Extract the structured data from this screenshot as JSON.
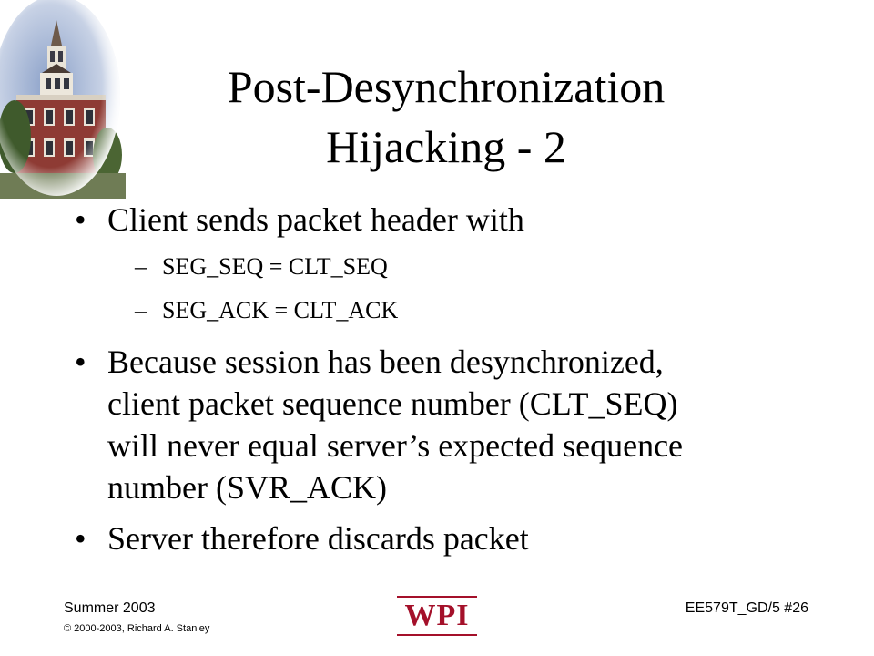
{
  "slide": {
    "title_line1": "Post-Desynchronization",
    "title_line2": "Hijacking - 2",
    "bullets": [
      {
        "text": "Client sends packet header with",
        "subitems": [
          "SEG_SEQ = CLT_SEQ",
          "SEG_ACK = CLT_ACK"
        ]
      },
      {
        "lines": [
          "Because session has been desynchronized,",
          "client packet sequence number (CLT_SEQ)",
          "will never equal server’s expected sequence",
          "number (SVR_ACK)"
        ]
      },
      {
        "text": "Server therefore discards packet"
      }
    ]
  },
  "footer": {
    "term": "Summer 2003",
    "copyright": "© 2000-2003, Richard A. Stanley",
    "slide_id": "EE579T_GD/5  #26",
    "logo_text": "WPI"
  },
  "colors": {
    "logo_red": "#a4102a",
    "text": "#000000",
    "background": "#ffffff"
  },
  "icons": {
    "corner_image": "building-tower-photo-icon",
    "logo": "wpi-logo"
  }
}
